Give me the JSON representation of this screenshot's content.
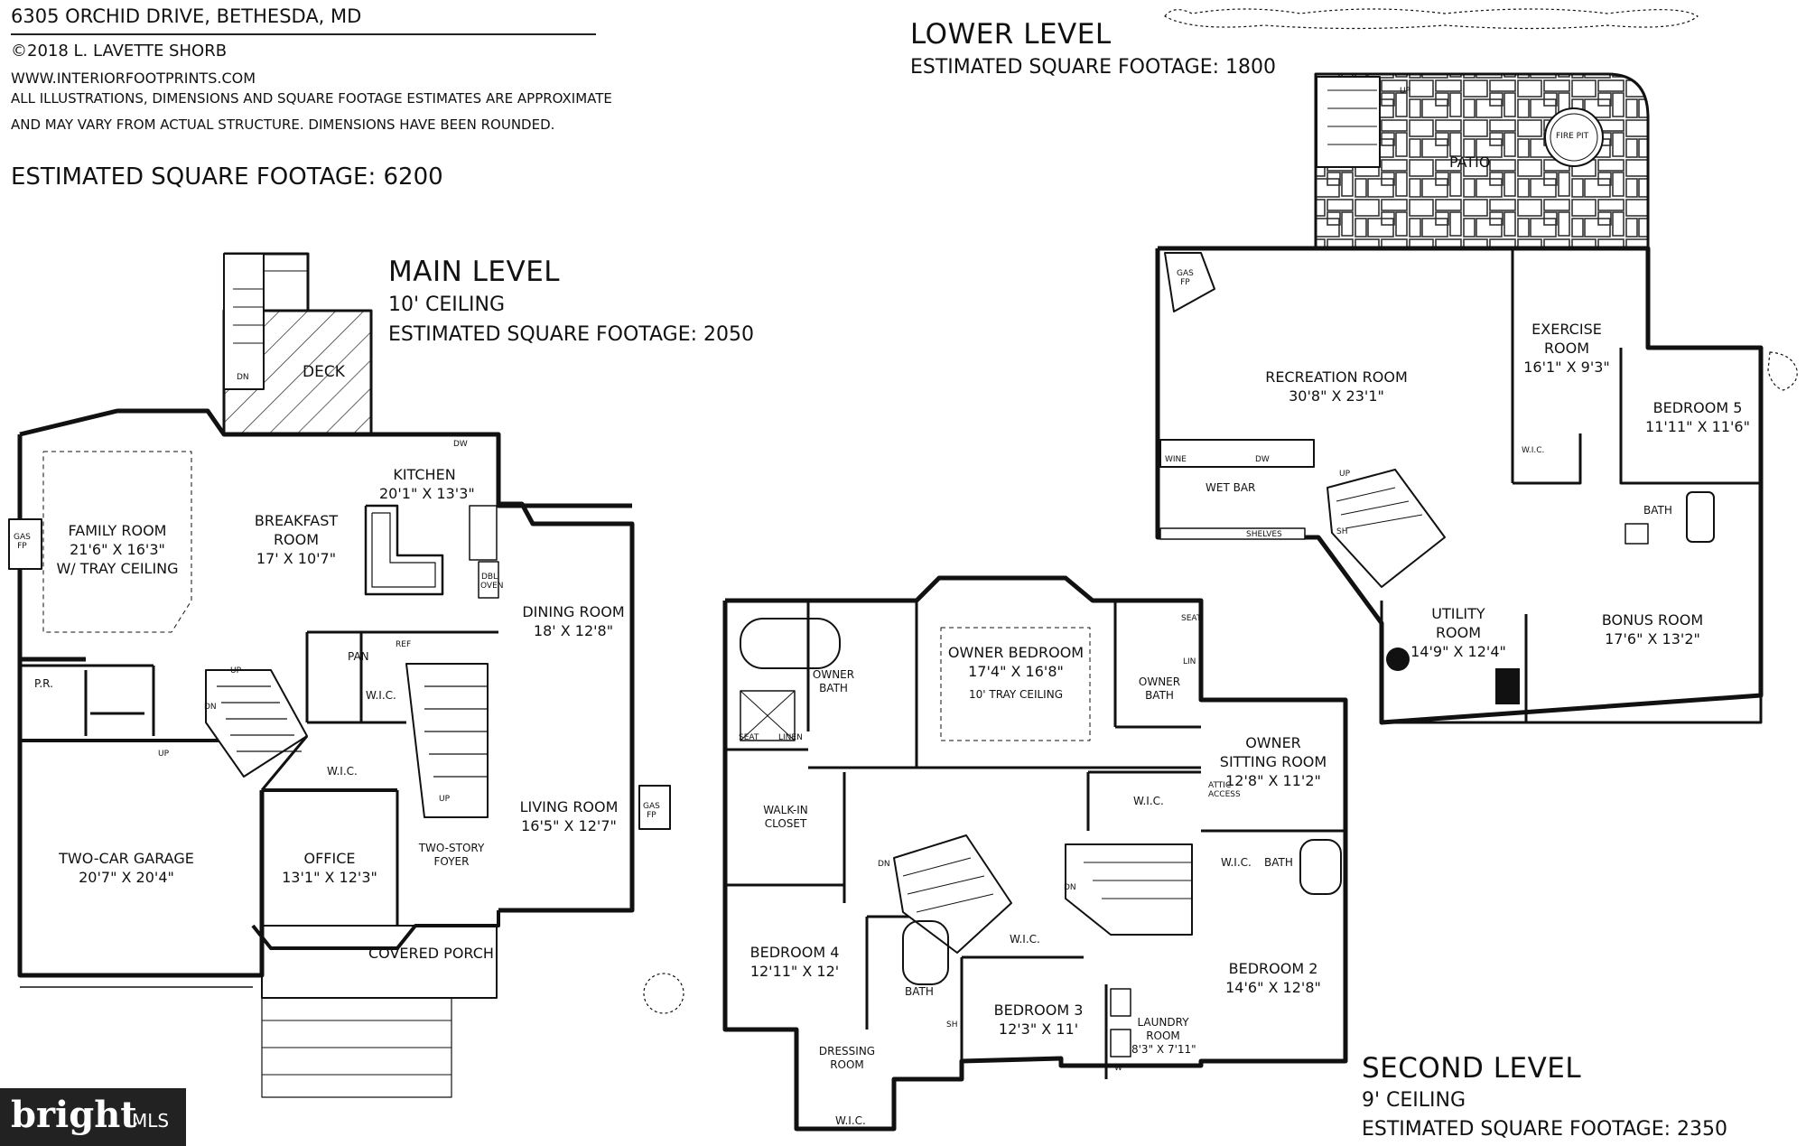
{
  "header": {
    "address": "6305 ORCHID DRIVE, BETHESDA, MD",
    "copyright": "©2018 L. LAVETTE SHORB",
    "website": "WWW.INTERIORFOOTPRINTS.COM",
    "disclaimer_line1": "ALL ILLUSTRATIONS, DIMENSIONS AND SQUARE FOOTAGE ESTIMATES ARE APPROXIMATE",
    "disclaimer_line2": "AND MAY VARY FROM ACTUAL STRUCTURE. DIMENSIONS HAVE BEEN ROUNDED.",
    "total": "ESTIMATED SQUARE FOOTAGE: 6200"
  },
  "main_level": {
    "title": "MAIN LEVEL",
    "ceiling": "10' CEILING",
    "sqft": "ESTIMATED SQUARE FOOTAGE: 2050",
    "rooms": {
      "deck": "DECK",
      "kitchen": "KITCHEN",
      "kitchen_dim": "20'1\" X 13'3\"",
      "family_room": "FAMILY ROOM",
      "family_dim": "21'6\" X 16'3\"",
      "family_note": "W/ TRAY CEILING",
      "breakfast": "BREAKFAST",
      "breakfast2": "ROOM",
      "breakfast_dim": "17' X 10'7\"",
      "dining": "DINING ROOM",
      "dining_dim": "18' X 12'8\"",
      "living": "LIVING ROOM",
      "living_dim": "16'5\" X 12'7\"",
      "garage": "TWO-CAR GARAGE",
      "garage_dim": "20'7\" X 20'4\"",
      "office": "OFFICE",
      "office_dim": "13'1\" X 12'3\"",
      "foyer": "TWO-STORY",
      "foyer2": "FOYER",
      "porch": "COVERED PORCH",
      "pr": "P.R.",
      "pan": "PAN",
      "ref": "REF",
      "wic": "W.I.C.",
      "gas_fp": "GAS",
      "gas_fp2": "FP",
      "dw": "DW",
      "dbl_oven": "DBL OVEN",
      "up": "UP",
      "dn": "DN"
    }
  },
  "lower_level": {
    "title": "LOWER LEVEL",
    "sqft": "ESTIMATED SQUARE FOOTAGE: 1800",
    "rooms": {
      "patio": "PATIO",
      "fire_pit": "FIRE PIT",
      "recreation": "RECREATION ROOM",
      "recreation_dim": "30'8\" X 23'1\"",
      "exercise": "EXERCISE",
      "exercise2": "ROOM",
      "exercise_dim": "16'1\" X 9'3\"",
      "bedroom5": "BEDROOM 5",
      "bedroom5_dim": "11'11\" X 11'6\"",
      "bath": "BATH",
      "wic": "W.I.C.",
      "wet_bar": "WET BAR",
      "wine": "WINE",
      "dw": "DW",
      "shelves": "SHELVES",
      "utility": "UTILITY",
      "utility2": "ROOM",
      "utility_dim": "14'9\" X 12'4\"",
      "bonus": "BONUS ROOM",
      "bonus_dim": "17'6\" X 13'2\"",
      "gas_fp": "GAS",
      "gas_fp2": "FP",
      "up": "UP",
      "sh": "SH"
    }
  },
  "second_level": {
    "title": "SECOND LEVEL",
    "ceiling": "9' CEILING",
    "sqft": "ESTIMATED SQUARE FOOTAGE: 2350",
    "rooms": {
      "owner_bedroom": "OWNER BEDROOM",
      "owner_bedroom_dim": "17'4\" X 16'8\"",
      "tray": "10' TRAY CEILING",
      "owner_bath": "OWNER",
      "owner_bath2": "BATH",
      "owner_sitting": "OWNER",
      "owner_sitting2": "SITTING ROOM",
      "owner_sitting_dim": "12'8\" X 11'2\"",
      "walkin": "WALK-IN",
      "walkin2": "CLOSET",
      "seat": "SEAT",
      "linen": "LINEN",
      "lin": "LIN",
      "wic": "W.I.C.",
      "attic": "ATTIC ACCESS",
      "bath": "BATH",
      "bedroom4": "BEDROOM 4",
      "bedroom4_dim": "12'11\" X 12'",
      "bedroom3": "BEDROOM 3",
      "bedroom3_dim": "12'3\" X 11'",
      "bedroom2": "BEDROOM 2",
      "bedroom2_dim": "14'6\" X 12'8\"",
      "dressing": "DRESSING",
      "dressing2": "ROOM",
      "laundry": "LAUNDRY",
      "laundry2": "ROOM",
      "laundry_dim": "8'3\" X 7'11\"",
      "sh": "SH",
      "w": "W",
      "dn": "DN"
    }
  },
  "logo": {
    "brand": "bright",
    "suffix": "MLS"
  }
}
